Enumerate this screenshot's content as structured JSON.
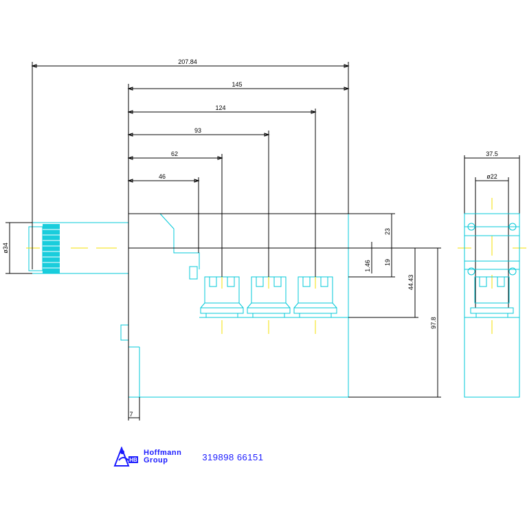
{
  "dimensions": {
    "overall_length": "207.84",
    "d145": "145",
    "d124": "124",
    "d93": "93",
    "d62": "62",
    "d46": "46",
    "d23": "23",
    "d1_46": "1.46",
    "d19": "19",
    "d44_43": "44.43",
    "d97_8": "97.8",
    "d7": "7",
    "dia34": "ø34",
    "side_width": "37.5",
    "dia22": "ø22"
  },
  "brand": {
    "name_line1": "Hoffmann",
    "name_line2": "Group",
    "part_number": "319898 66151"
  },
  "colors": {
    "outline": "#00c8d8",
    "dimension": "#000000",
    "centerline": "#f5e000",
    "brand": "#1a1aff"
  }
}
